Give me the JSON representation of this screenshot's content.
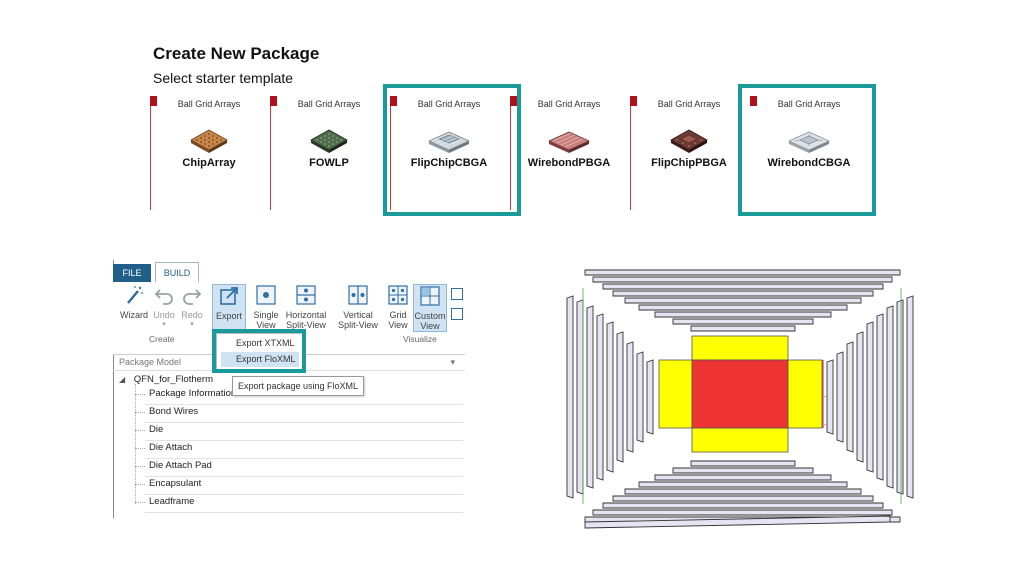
{
  "header": {
    "title": "Create New Package",
    "subtitle": "Select starter template"
  },
  "templates": [
    {
      "category": "Ball Grid Arrays",
      "name": "ChipArray",
      "highlighted": false,
      "icon": "chiparray-package-icon"
    },
    {
      "category": "Ball Grid Arrays",
      "name": "FOWLP",
      "highlighted": false,
      "icon": "fowlp-package-icon"
    },
    {
      "category": "Ball Grid Arrays",
      "name": "FlipChipCBGA",
      "highlighted": true,
      "icon": "flipchip-cbga-package-icon"
    },
    {
      "category": "Ball Grid Arrays",
      "name": "WirebondPBGA",
      "highlighted": false,
      "icon": "wirebond-pbga-package-icon"
    },
    {
      "category": "Ball Grid Arrays",
      "name": "FlipChipPBGA",
      "highlighted": false,
      "icon": "flipchip-pbga-package-icon"
    },
    {
      "category": "Ball Grid Arrays",
      "name": "WirebondCBGA",
      "highlighted": true,
      "icon": "wirebond-cbga-package-icon"
    }
  ],
  "ribbon": {
    "tabs": {
      "file": "FILE",
      "build": "BUILD"
    },
    "buttons": {
      "wizard": "Wizard",
      "undo": "Undo",
      "redo": "Redo",
      "export": "Export",
      "single_view_1": "Single",
      "single_view_2": "View",
      "horizontal_1": "Horizontal",
      "horizontal_2": "Split-View",
      "vertical_1": "Vertical",
      "vertical_2": "Split-View",
      "grid_1": "Grid",
      "grid_2": "View",
      "custom_1": "Custom",
      "custom_2": "View"
    },
    "groups": {
      "create": "Create",
      "visualize": "Visualize"
    },
    "export_menu": {
      "item1": "Export XTXML",
      "item2": "Export FloXML"
    },
    "tooltip": "Export package using FloXML"
  },
  "model_tree": {
    "header": "Package Model",
    "root": "QFN_for_Flotherm",
    "items": [
      "Package Information",
      "Bond Wires",
      "Die",
      "Die Attach",
      "Die Attach Pad",
      "Encapsulant",
      "Leadframe"
    ]
  },
  "colors": {
    "accent_teal": "#1a9a9a",
    "marker_red": "#b0111a",
    "ribbon_blue": "#1f5f8a",
    "die_red": "#ee3333",
    "pad_yellow": "#ffff00",
    "lead_lavender": "#e6e3f2"
  }
}
